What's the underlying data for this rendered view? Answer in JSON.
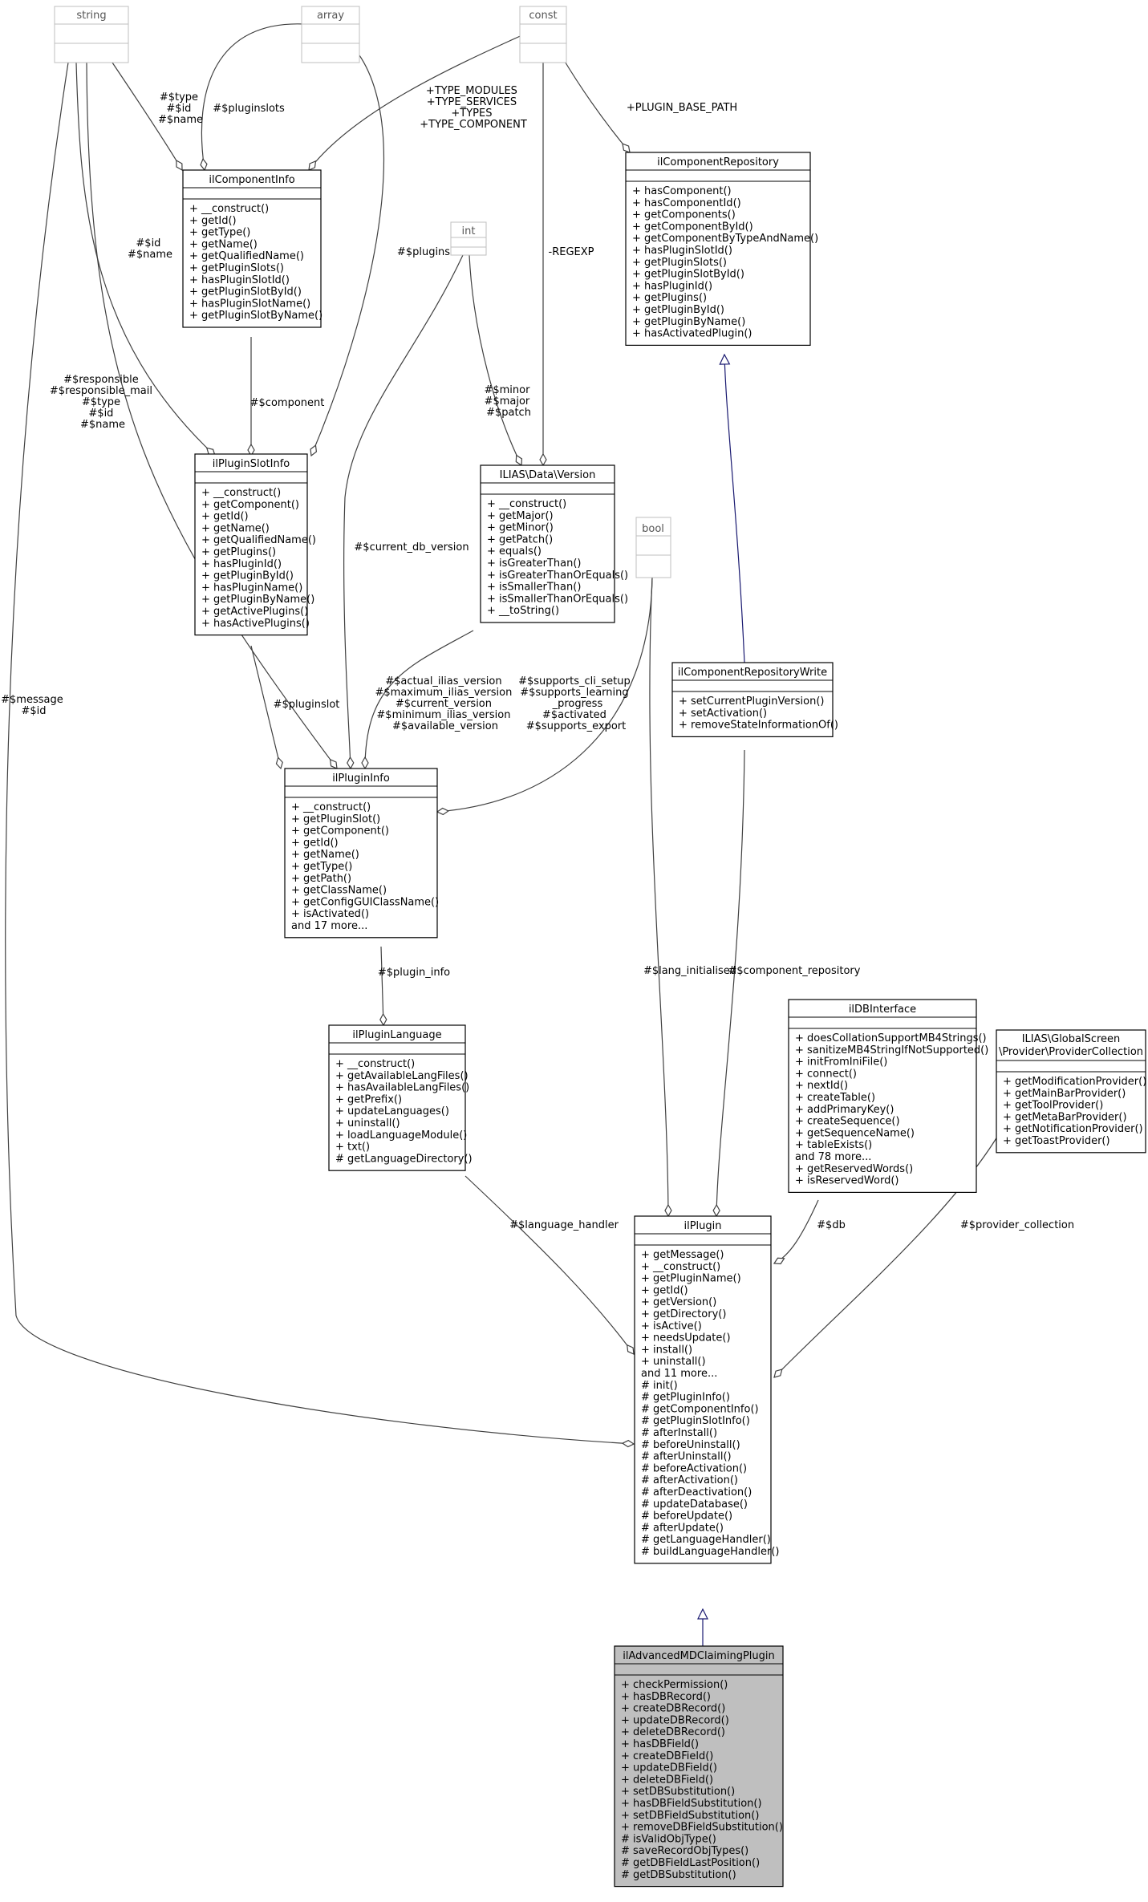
{
  "classes": {
    "string": {
      "name": "string",
      "attrs": [],
      "methods": []
    },
    "array": {
      "name": "array",
      "attrs": [],
      "methods": []
    },
    "const": {
      "name": "const",
      "attrs": [],
      "methods": []
    },
    "int": {
      "name": "int",
      "attrs": [],
      "methods": []
    },
    "bool": {
      "name": "bool",
      "attrs": [],
      "methods": []
    },
    "ilComponentInfo": {
      "name": "ilComponentInfo",
      "methods": [
        "+ __construct()",
        "+ getId()",
        "+ getType()",
        "+ getName()",
        "+ getQualifiedName()",
        "+ getPluginSlots()",
        "+ hasPluginSlotId()",
        "+ getPluginSlotById()",
        "+ hasPluginSlotName()",
        "+ getPluginSlotByName()"
      ]
    },
    "ilComponentRepository": {
      "name": "ilComponentRepository",
      "methods": [
        "+ hasComponent()",
        "+ hasComponentId()",
        "+ getComponents()",
        "+ getComponentById()",
        "+ getComponentByTypeAndName()",
        "+ hasPluginSlotId()",
        "+ getPluginSlots()",
        "+ getPluginSlotById()",
        "+ hasPluginId()",
        "+ getPlugins()",
        "+ getPluginById()",
        "+ getPluginByName()",
        "+ hasActivatedPlugin()"
      ]
    },
    "ilPluginSlotInfo": {
      "name": "ilPluginSlotInfo",
      "methods": [
        "+ __construct()",
        "+ getComponent()",
        "+ getId()",
        "+ getName()",
        "+ getQualifiedName()",
        "+ getPlugins()",
        "+ hasPluginId()",
        "+ getPluginById()",
        "+ hasPluginName()",
        "+ getPluginByName()",
        "+ getActivePlugins()",
        "+ hasActivePlugins()"
      ]
    },
    "Version": {
      "name": "ILIAS\\Data\\Version",
      "methods": [
        "+ __construct()",
        "+ getMajor()",
        "+ getMinor()",
        "+ getPatch()",
        "+ equals()",
        "+ isGreaterThan()",
        "+ isGreaterThanOrEquals()",
        "+ isSmallerThan()",
        "+ isSmallerThanOrEquals()",
        "+ __toString()"
      ]
    },
    "ilComponentRepositoryWrite": {
      "name": "ilComponentRepositoryWrite",
      "methods": [
        "+ setCurrentPluginVersion()",
        "+ setActivation()",
        "+ removeStateInformationOf()"
      ]
    },
    "ilPluginInfo": {
      "name": "ilPluginInfo",
      "methods": [
        "+ __construct()",
        "+ getPluginSlot()",
        "+ getComponent()",
        "+ getId()",
        "+ getName()",
        "+ getType()",
        "+ getPath()",
        "+ getClassName()",
        "+ getConfigGUIClassName()",
        "+ isActivated()",
        "and 17 more..."
      ]
    },
    "ilDBInterface": {
      "name": "ilDBInterface",
      "methods": [
        "+ doesCollationSupportMB4Strings()",
        "+ sanitizeMB4StringIfNotSupported()",
        "+ initFromIniFile()",
        "+ connect()",
        "+ nextId()",
        "+ createTable()",
        "+ addPrimaryKey()",
        "+ createSequence()",
        "+ getSequenceName()",
        "+ tableExists()",
        "and 78 more...",
        "+ getReservedWords()",
        "+ isReservedWord()"
      ]
    },
    "ProviderCollection": {
      "name_line1": "ILIAS\\GlobalScreen",
      "name_line2": "\\Provider\\ProviderCollection",
      "methods": [
        "+ getModificationProvider()",
        "+ getMainBarProvider()",
        "+ getToolProvider()",
        "+ getMetaBarProvider()",
        "+ getNotificationProvider()",
        "+ getToastProvider()"
      ]
    },
    "ilPluginLanguage": {
      "name": "ilPluginLanguage",
      "methods": [
        "+ __construct()",
        "+ getAvailableLangFiles()",
        "+ hasAvailableLangFiles()",
        "+ getPrefix()",
        "+ updateLanguages()",
        "+ uninstall()",
        "+ loadLanguageModule()",
        "+ txt()",
        "# getLanguageDirectory()"
      ]
    },
    "ilPlugin": {
      "name": "ilPlugin",
      "methods": [
        "+ getMessage()",
        "+ __construct()",
        "+ getPluginName()",
        "+ getId()",
        "+ getVersion()",
        "+ getDirectory()",
        "+ isActive()",
        "+ needsUpdate()",
        "+ install()",
        "+ uninstall()",
        "and 11 more...",
        "# init()",
        "# getPluginInfo()",
        "# getComponentInfo()",
        "# getPluginSlotInfo()",
        "# afterInstall()",
        "# beforeUninstall()",
        "# afterUninstall()",
        "# beforeActivation()",
        "# afterActivation()",
        "# afterDeactivation()",
        "# updateDatabase()",
        "# beforeUpdate()",
        "# afterUpdate()",
        "# getLanguageHandler()",
        "# buildLanguageHandler()"
      ]
    },
    "ilAdvancedMDClaimingPlugin": {
      "name": "ilAdvancedMDClaimingPlugin",
      "methods": [
        "+ checkPermission()",
        "+ hasDBRecord()",
        "+ createDBRecord()",
        "+ updateDBRecord()",
        "+ deleteDBRecord()",
        "+ hasDBField()",
        "+ createDBField()",
        "+ updateDBField()",
        "+ deleteDBField()",
        "+ setDBSubstitution()",
        "+ hasDBFieldSubstitution()",
        "+ setDBFieldSubstitution()",
        "+ removeDBFieldSubstitution()",
        "# isValidObjType()",
        "# saveRecordObjTypes()",
        "# getDBFieldLastPosition()",
        "# getDBSubstitution()"
      ]
    }
  },
  "edges": {
    "string_componentinfo": [
      "#$type",
      "#$id",
      "#$name"
    ],
    "array_componentinfo": [
      "#$pluginslots"
    ],
    "const_componentinfo": [
      "+TYPE_MODULES",
      "+TYPE_SERVICES",
      "+TYPES",
      "+TYPE_COMPONENT"
    ],
    "const_repository": [
      "+PLUGIN_BASE_PATH"
    ],
    "string_slotinfo": [
      "#$id",
      "#$name"
    ],
    "int_plugininfo_plugins": [
      "#$plugins"
    ],
    "const_version": [
      "-REGEXP"
    ],
    "componentinfo_slotinfo": [
      "#$component"
    ],
    "int_version": [
      "#$minor",
      "#$major",
      "#$patch"
    ],
    "string_plugininfo": [
      "#$responsible",
      "#$responsible_mail",
      "#$type",
      "#$id",
      "#$name"
    ],
    "int_plugininfo": [
      "#$current_db_version"
    ],
    "string_plugin": [
      "#$message",
      "#$id"
    ],
    "version_plugininfo": [
      "#$actual_ilias_version",
      "#$maximum_ilias_version",
      "#$current_version",
      "#$minimum_ilias_version",
      "#$available_version"
    ],
    "bool_plugininfo": [
      "#$supports_cli_setup",
      "#$supports_learning",
      "_progress",
      "#$activated",
      "#$supports_export"
    ],
    "slotinfo_plugininfo": [
      "#$pluginslot"
    ],
    "plugininfo_language": [
      "#$plugin_info"
    ],
    "bool_plugin": [
      "#$lang_initialised"
    ],
    "repowrite_plugin": [
      "#$component_repository"
    ],
    "language_plugin": [
      "#$language_handler"
    ],
    "db_plugin": [
      "#$db"
    ],
    "provider_plugin": [
      "#$provider_collection"
    ]
  },
  "colors": {
    "line": "#404040",
    "inherit": "#191970",
    "border": "#000000",
    "primitive_border": "#bfbfbf",
    "highlight": "#bfbfbf"
  }
}
